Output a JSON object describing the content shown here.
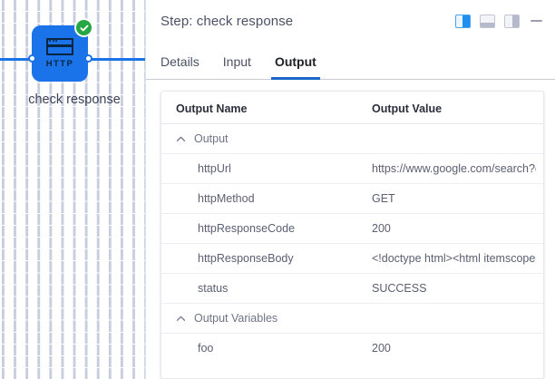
{
  "canvas": {
    "node": {
      "icon_label": "HTTP",
      "caption": "check response",
      "status_icon": "success-check-icon",
      "color": "#1a73e8",
      "status_color": "#26a744"
    }
  },
  "panel": {
    "title": "Step: check response",
    "actions": [
      {
        "name": "layout-split-view",
        "icon": "split-pane-icon",
        "active": true
      },
      {
        "name": "layout-bottom-panel",
        "icon": "bottom-panel-icon",
        "active": false
      },
      {
        "name": "layout-right-panel",
        "icon": "right-panel-icon",
        "active": false
      },
      {
        "name": "minimize-panel",
        "icon": "minimize-dash-icon",
        "active": false
      }
    ],
    "tabs": [
      {
        "label": "Details",
        "active": false
      },
      {
        "label": "Input",
        "active": false
      },
      {
        "label": "Output",
        "active": true
      }
    ],
    "accent_color": "#1a66c9",
    "table": {
      "headers": {
        "name": "Output Name",
        "value": "Output Value"
      },
      "groups": [
        {
          "label": "Output",
          "expanded": true,
          "rows": [
            {
              "name": "httpUrl",
              "value": "https://www.google.com/search?q="
            },
            {
              "name": "httpMethod",
              "value": "GET"
            },
            {
              "name": "httpResponseCode",
              "value": "200"
            },
            {
              "name": "httpResponseBody",
              "value": "<!doctype html><html itemscope='"
            },
            {
              "name": "status",
              "value": "SUCCESS"
            }
          ]
        },
        {
          "label": "Output Variables",
          "expanded": true,
          "rows": [
            {
              "name": "foo",
              "value": "200"
            }
          ]
        }
      ]
    }
  }
}
